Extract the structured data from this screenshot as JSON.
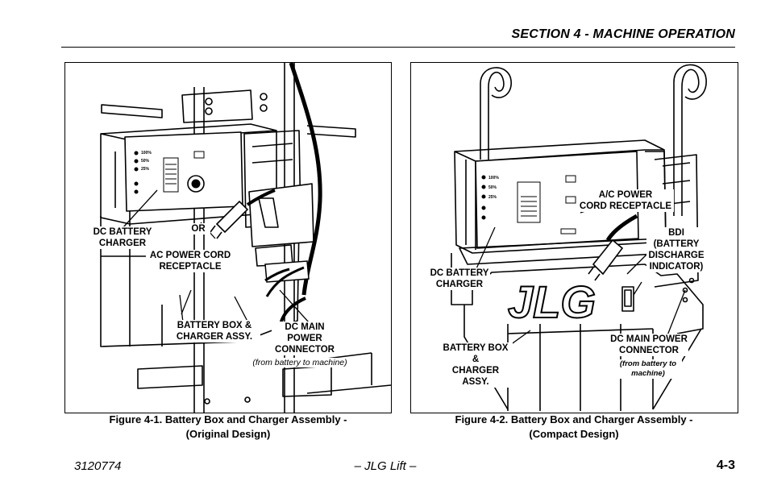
{
  "header": {
    "section_title": "SECTION 4 - MACHINE OPERATION"
  },
  "figure1": {
    "labels": {
      "dc_battery_charger": "DC BATTERY\nCHARGER",
      "or": "OR",
      "ac_power_cord": "AC POWER CORD\nRECEPTACLE",
      "battery_box": "BATTERY BOX &\nCHARGER ASSY.",
      "dc_main_power": "DC MAIN\nPOWER\nCONNECTOR",
      "from_battery": "(from battery to machine)"
    },
    "gauge": [
      "100%",
      "50%",
      "25%"
    ],
    "caption": "Figure 4-1.  Battery Box and Charger Assembly -\n(Original Design)"
  },
  "figure2": {
    "labels": {
      "ac_power_cord": "A/C POWER\nCORD RECEPTACLE",
      "bdi": "BDI\n(BATTERY\nDISCHARGE\nINDICATOR)",
      "dc_battery_charger": "DC BATTERY\nCHARGER",
      "battery_box": "BATTERY BOX &\nCHARGER ASSY.",
      "dc_main_power": "DC MAIN POWER\nCONNECTOR",
      "from_battery": "(from battery to\nmachine)",
      "logo": "JLG"
    },
    "gauge": [
      "100%",
      "50%",
      "25%"
    ],
    "caption": "Figure 4-2.  Battery Box and Charger Assembly -\n(Compact Design)"
  },
  "footer": {
    "doc_number": "3120774",
    "center": "– JLG Lift –",
    "page": "4-3"
  }
}
